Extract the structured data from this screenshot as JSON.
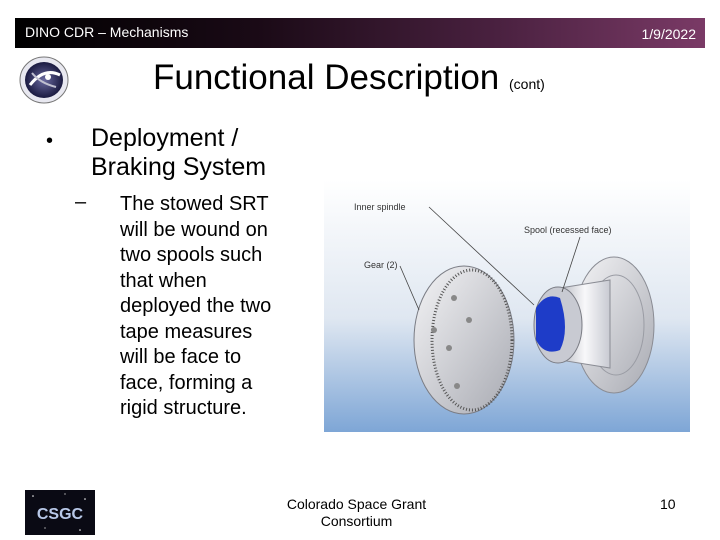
{
  "header": {
    "left_text": "DINO CDR – Mechanisms",
    "date": "1/9/2022"
  },
  "title": {
    "main": "Functional Description",
    "suffix": "(cont)"
  },
  "bullets": {
    "bullet_symbol": "•",
    "level1": [
      "Deployment /",
      "Braking System"
    ],
    "dash_symbol": "–",
    "level2": [
      "The stowed SRT",
      "will be wound on",
      "two spools such",
      "that when",
      "deployed the two",
      "tape measures",
      "will be face to",
      "face, forming a",
      "rigid structure."
    ]
  },
  "figure": {
    "labels": {
      "inner_spindle": "Inner spindle",
      "spool": "Spool (recessed face)",
      "gear": "Gear (2)"
    }
  },
  "footer": {
    "logo_text": "CSGC",
    "org_line1": "Colorado Space Grant",
    "org_line2": "Consortium",
    "page_number": "10"
  },
  "colors": {
    "header_gradient_start": "#000000",
    "header_gradient_end": "#7a3a66",
    "figure_blue": "#4a84c4"
  }
}
